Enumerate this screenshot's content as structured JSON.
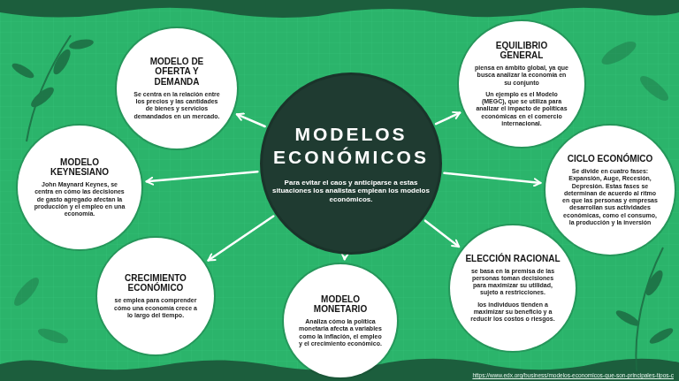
{
  "diagram": {
    "nodes": [
      {
        "text": [
          "MODELOS ECONÓMICOS",
          "Para evitar el caos y anticiparse a estas situaciones los analistas emplean los modelos económicos."
        ]
      },
      {
        "text": [
          "MODELO DE OFERTA Y DEMANDA",
          "Se centra en la relación entre los precios y las cantidades de bienes y servicios demandados en un mercado."
        ]
      },
      {
        "text": [
          "EQUILIBRIO GENERAL",
          "piensa en ámbito global, ya que busca analizar la economía en su conjunto",
          "Un ejemplo es el Modelo (MEGC), que se utiliza para analizar el impacto de políticas económicas en el comercio internacional."
        ]
      },
      {
        "text": [
          "MODELO KEYNESIANO",
          "John Maynard Keynes, se centra en cómo las decisiones de gasto agregado afectan la producción y el empleo en una economía."
        ]
      },
      {
        "text": [
          "CICLO ECONÓMICO",
          "Se divide en cuatro fases: Expansión, Auge, Recesión, Depresión. Estas fases se determinan de acuerdo al ritmo en que las personas y empresas desarrollan sus actividades económicas, como el consumo, la producción y la inversión"
        ]
      },
      {
        "text": [
          "CRECIMIENTO ECONÓMICO",
          "se emplea para comprender cómo una economía crece a lo largo del tiempo."
        ]
      },
      {
        "text": [
          "MODELO MONETARIO",
          "Analiza cómo la política monetaria afecta a variables como la inflación, el empleo y el crecimiento económico."
        ]
      },
      {
        "text": [
          "ELECCIÓN RACIONAL",
          "se basa en la premisa de las personas toman decisiones para maximizar su utilidad, sujeto a restricciones.",
          "los individuos tienden a maximizar su beneficio y a reducir los costos o riesgos."
        ]
      }
    ],
    "edges": [
      {
        "from": 0,
        "to": 1,
        "arrow": "to"
      },
      {
        "from": 0,
        "to": 2,
        "arrow": "to"
      },
      {
        "from": 0,
        "to": 3,
        "arrow": "to"
      },
      {
        "from": 0,
        "to": 4,
        "arrow": "to"
      },
      {
        "from": 0,
        "to": 5,
        "arrow": "to"
      },
      {
        "from": 0,
        "to": 6,
        "arrow": "to"
      },
      {
        "from": 0,
        "to": 7,
        "arrow": "to"
      }
    ],
    "labels": [
      "https://www.edx.org/business/modelos-economicos-que-son-principales-tipos-c"
    ]
  }
}
